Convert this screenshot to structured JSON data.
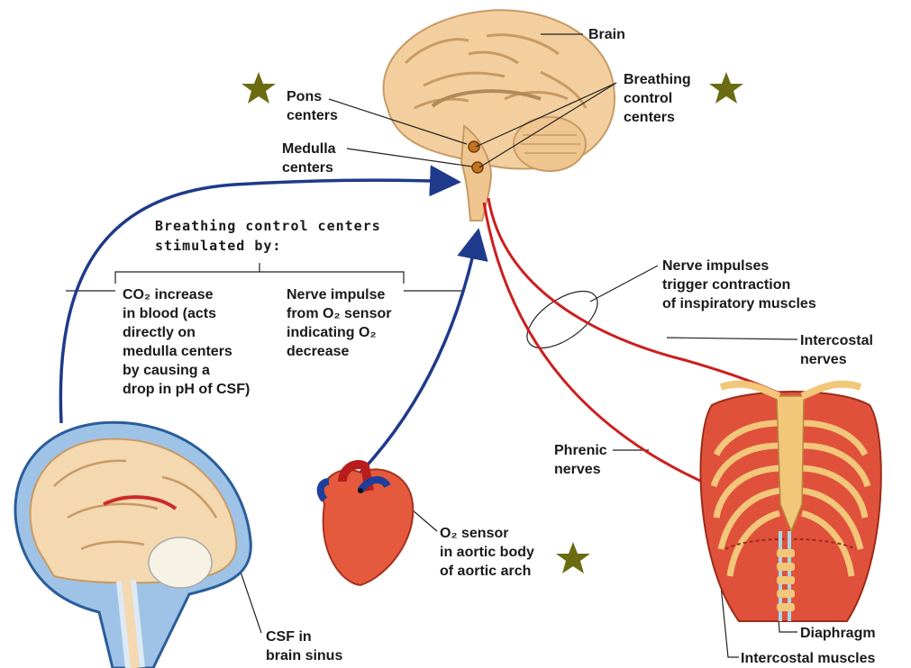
{
  "header": {
    "line1": "Breathing control centers",
    "line2": "stimulated by:"
  },
  "labels": {
    "brain": "Brain",
    "pons": [
      "Pons",
      "centers"
    ],
    "medulla": [
      "Medulla",
      "centers"
    ],
    "breathing_control": [
      "Breathing",
      "control",
      "centers"
    ],
    "co2": [
      "CO₂ increase",
      "in blood (acts",
      "directly on",
      "medulla centers",
      "by causing a",
      "drop in pH of CSF)"
    ],
    "nerve_impulse_o2": [
      "Nerve impulse",
      "from O₂ sensor",
      "indicating O₂",
      "decrease"
    ],
    "nerve_impulses_trigger": [
      "Nerve impulses",
      "trigger contraction",
      "of inspiratory muscles"
    ],
    "intercostal_nerves": [
      "Intercostal",
      "nerves"
    ],
    "phrenic_nerves": [
      "Phrenic",
      "nerves"
    ],
    "o2_sensor": [
      "O₂ sensor",
      "in aortic body",
      "of aortic arch"
    ],
    "diaphragm": "Diaphragm",
    "intercostal_muscles": "Intercostal muscles",
    "csf": [
      "CSF in",
      "brain sinus"
    ]
  },
  "colors": {
    "afferent_arrow": "#1f3a8a",
    "efferent_arrow": "#cc1f1f",
    "star": "#6b6b12",
    "brain": "#f3cf9f",
    "muscle": "#e0513c"
  }
}
